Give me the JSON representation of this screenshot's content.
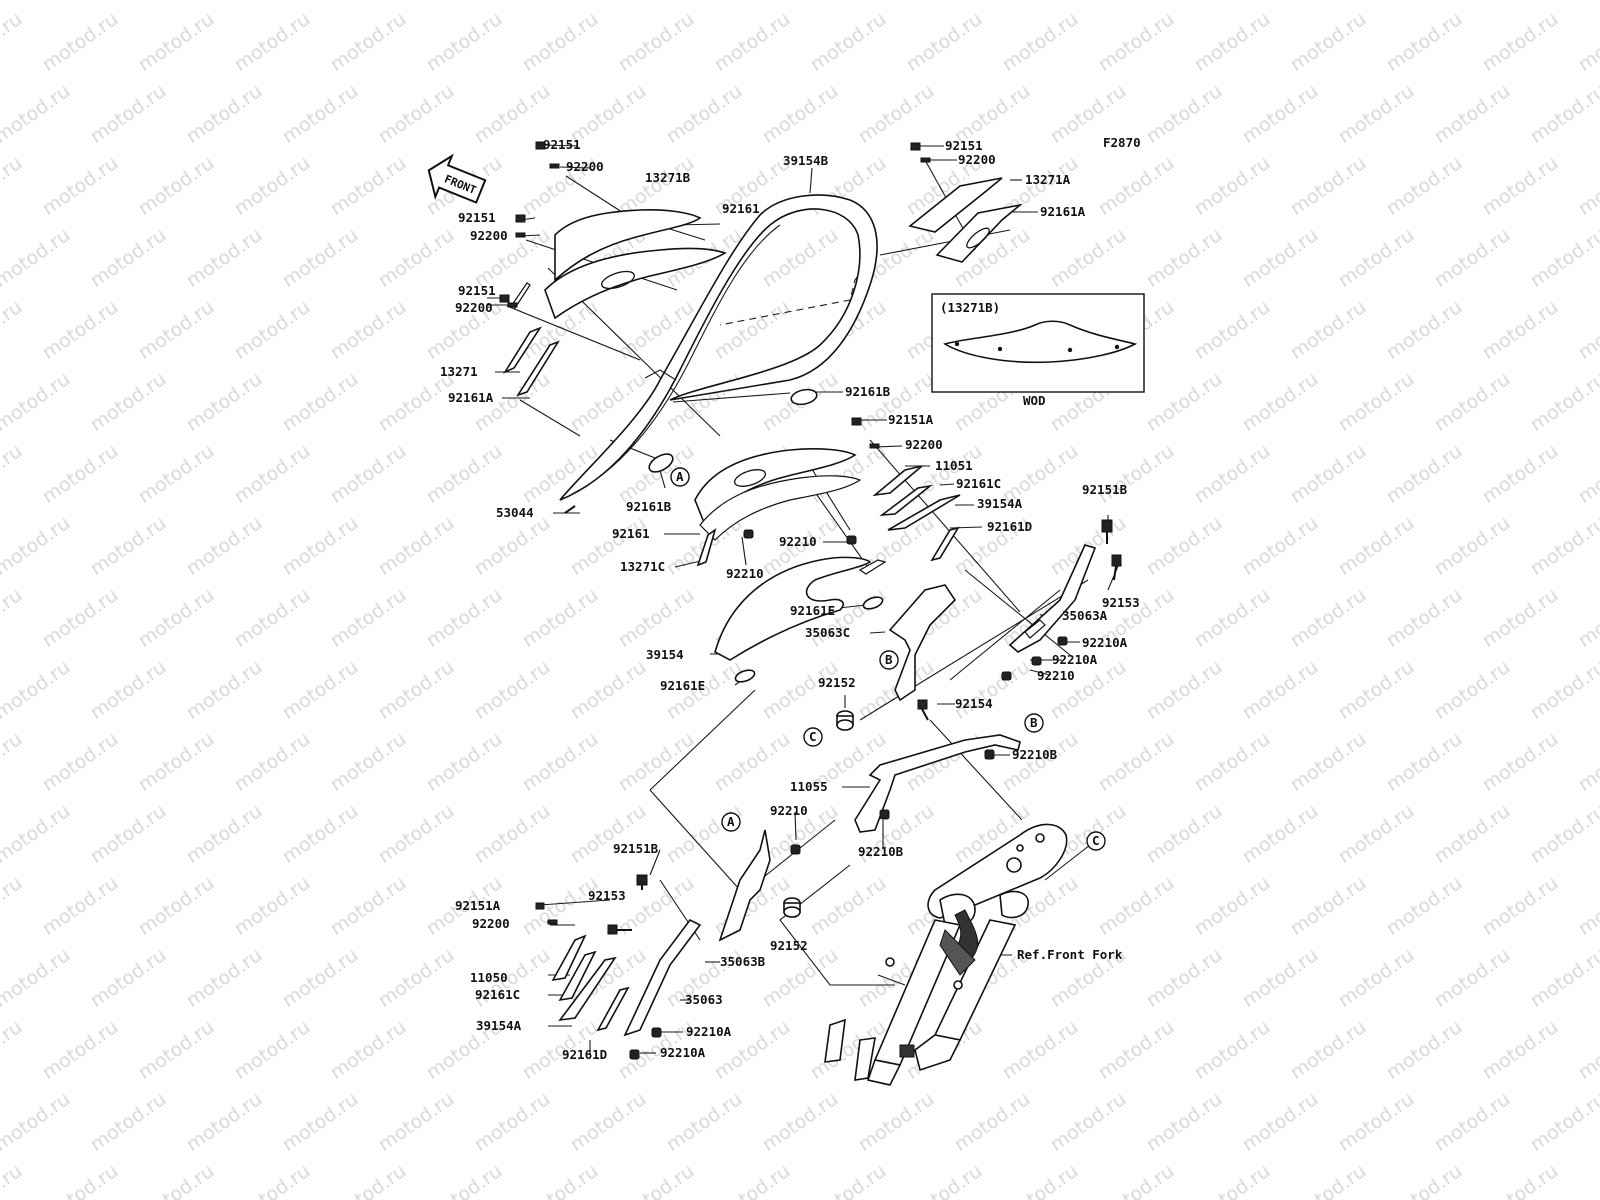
{
  "figure_code": "F2870",
  "watermark_text": "motod.ru",
  "front_arrow_text": "FRONT",
  "inset": {
    "title": "(13271B)",
    "caption": "WOD"
  },
  "refs": {
    "a": "A",
    "b": "B",
    "c": "C"
  },
  "labels": {
    "l92151_tl": "92151",
    "l92200_tl": "92200",
    "l13271B": "13271B",
    "l39154B": "39154B",
    "l92161_top": "92161",
    "l92151_l2": "92151",
    "l92200_l2": "92200",
    "l92151_l3": "92151",
    "l92200_l3": "92200",
    "l13271": "13271",
    "l92161A_l": "92161A",
    "l92151_tr": "92151",
    "l92200_tr": "92200",
    "l13271A": "13271A",
    "l92161A_r": "92161A",
    "l92161B_r": "92161B",
    "l92151A_m": "92151A",
    "l92200_m": "92200",
    "l11051": "11051",
    "l92161C_m": "92161C",
    "l39154A_m": "39154A",
    "l92161D_m": "92161D",
    "l92151B_r": "92151B",
    "l92153_r": "92153",
    "l35063A": "35063A",
    "l92210A_1": "92210A",
    "l92210A_2": "92210A",
    "l92210_r": "92210",
    "l53044": "53044",
    "l92161B_l": "92161B",
    "l92161_m": "92161",
    "l92210_m1": "92210",
    "l13271C": "13271C",
    "l92210_m2": "92210",
    "l92161E_1": "92161E",
    "l35063C": "35063C",
    "l39154": "39154",
    "l92161E_2": "92161E",
    "l92152_top": "92152",
    "l92154": "92154",
    "l92210B_1": "92210B",
    "l11055": "11055",
    "l92210_low": "92210",
    "l92210B_2": "92210B",
    "l92151B_l": "92151B",
    "l92153_l": "92153",
    "l92151A_l": "92151A",
    "l92200_low": "92200",
    "l92152_low": "92152",
    "l35063B": "35063B",
    "l11050": "11050",
    "l92161C_l": "92161C",
    "l35063": "35063",
    "l39154A_l": "39154A",
    "l92210A_3": "92210A",
    "l92161D_l": "92161D",
    "l92210A_4": "92210A",
    "ref_front_fork": "Ref.Front Fork"
  }
}
